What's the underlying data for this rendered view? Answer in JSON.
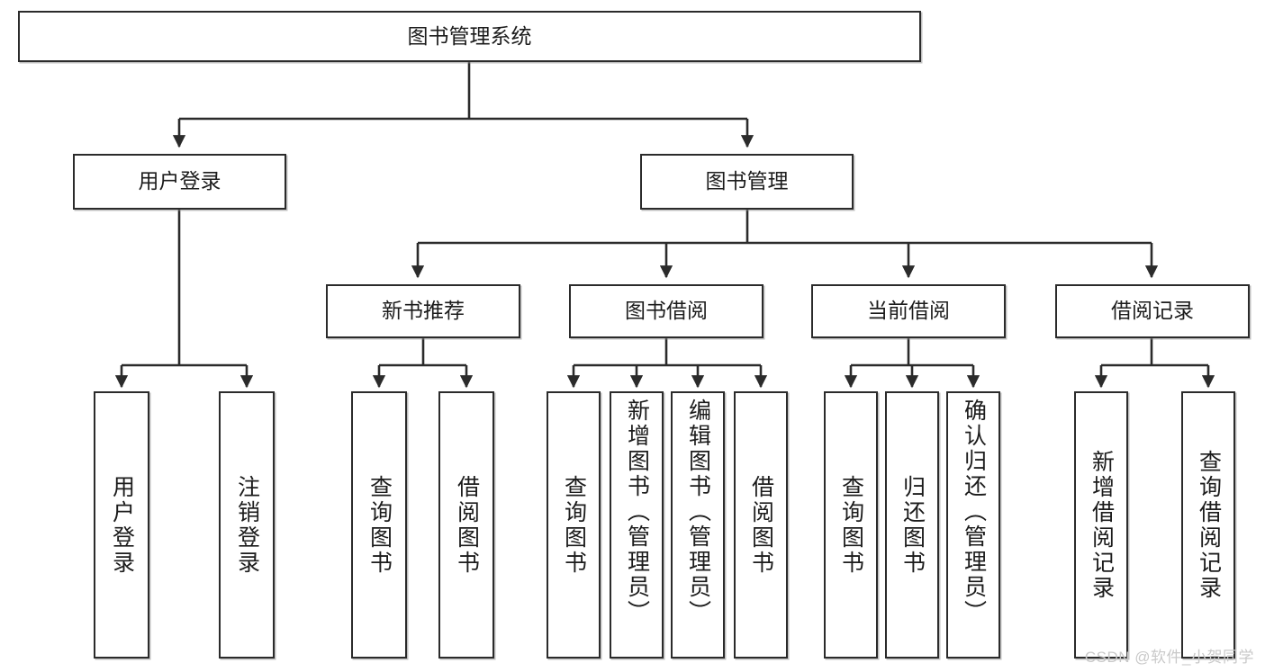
{
  "diagram": {
    "title": "图书管理系统",
    "type": "hierarchy-tree",
    "watermark": "CSDN @软件_小贺同学",
    "colors": {
      "box_border": "#2b2b2b",
      "box_fill": "#ffffff",
      "connector": "#2b2b2b",
      "text": "#1c1c1c",
      "watermark": "#c9c9c9"
    },
    "levels": {
      "root": {
        "label": "图书管理系统"
      },
      "level2": [
        {
          "label": "用户登录"
        },
        {
          "label": "图书管理"
        }
      ],
      "level3": [
        {
          "label": "新书推荐"
        },
        {
          "label": "图书借阅"
        },
        {
          "label": "当前借阅"
        },
        {
          "label": "借阅记录"
        }
      ],
      "leaves": [
        {
          "label": "用户登录",
          "parent": "用户登录"
        },
        {
          "label": "注销登录",
          "parent": "用户登录"
        },
        {
          "label": "查询图书",
          "parent": "新书推荐"
        },
        {
          "label": "借阅图书",
          "parent": "新书推荐"
        },
        {
          "label": "查询图书",
          "parent": "图书借阅"
        },
        {
          "label": "新增图书（管理员）",
          "parent": "图书借阅"
        },
        {
          "label": "编辑图书（管理员）",
          "parent": "图书借阅"
        },
        {
          "label": "借阅图书",
          "parent": "图书借阅"
        },
        {
          "label": "查询图书",
          "parent": "当前借阅"
        },
        {
          "label": "归还图书",
          "parent": "当前借阅"
        },
        {
          "label": "确认归还（管理员）",
          "parent": "当前借阅"
        },
        {
          "label": "新增借阅记录",
          "parent": "借阅记录"
        },
        {
          "label": "查询借阅记录",
          "parent": "借阅记录"
        }
      ]
    }
  }
}
